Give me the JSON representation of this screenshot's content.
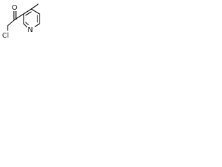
{
  "molecule": {
    "atoms": {
      "oxygen": "O",
      "chlorine": "Cl",
      "nitrogen": "N"
    },
    "colors": {
      "line": "#000000",
      "background": "#ffffff"
    }
  }
}
